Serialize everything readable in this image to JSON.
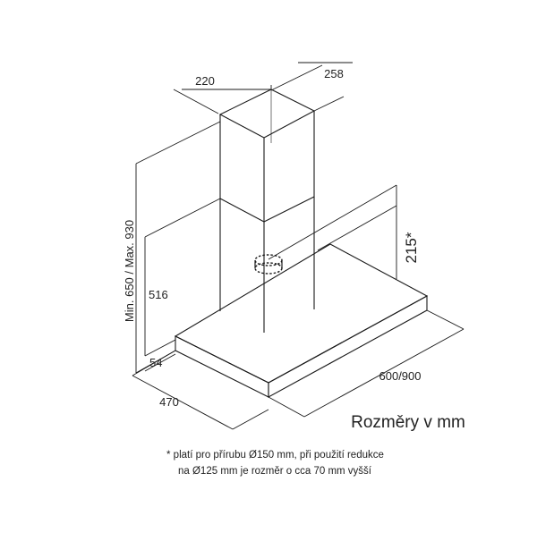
{
  "diagram": {
    "dimensions": {
      "chimney_width": "220",
      "chimney_depth": "258",
      "height_range": "Min. 650 / Max. 930",
      "upper_height": "516",
      "outlet_height": "215*",
      "canopy_thickness": "54",
      "canopy_depth": "470",
      "canopy_width": "600/900"
    },
    "units_title": "Rozměry v mm",
    "footnote": {
      "line1": "* platí pro přírubu Ø150 mm, při použití redukce",
      "line2": "na Ø125 mm je rozměr o cca 70 mm vyšší"
    }
  }
}
